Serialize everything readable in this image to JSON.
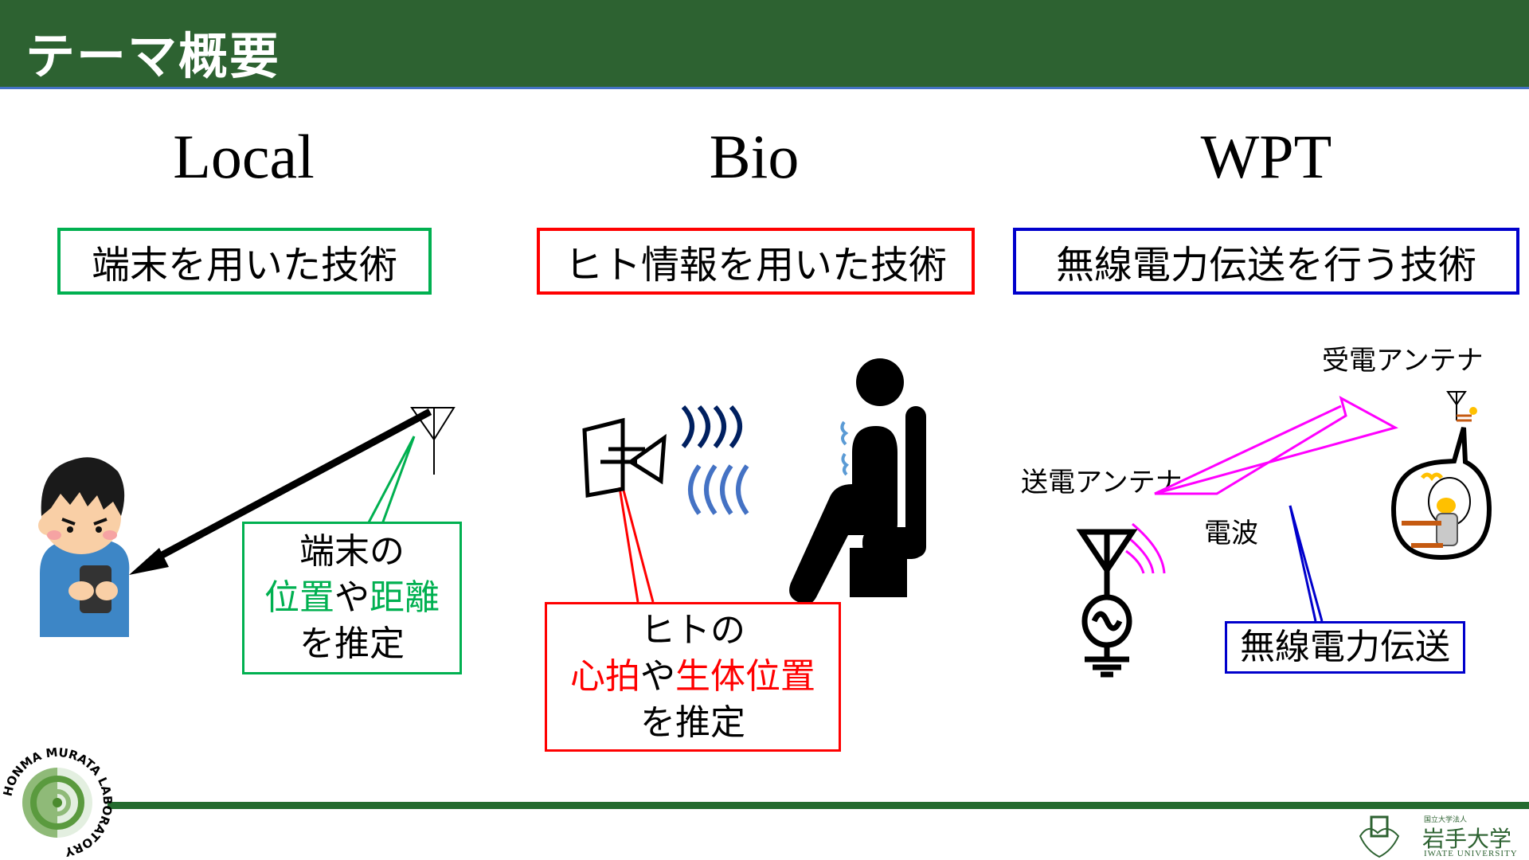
{
  "header": {
    "title": "テーマ概要",
    "bg_color": "#2d6231"
  },
  "columns": [
    {
      "title": "Local",
      "subtitle": "端末を用いた技術",
      "border_color": "#00b050",
      "callout": {
        "line1": "端末の",
        "line2_parts": [
          {
            "text": "位置",
            "color": "#00b050"
          },
          {
            "text": "や",
            "color": "#000000"
          },
          {
            "text": "距離",
            "color": "#00b050"
          }
        ],
        "line3": "を推定"
      }
    },
    {
      "title": "Bio",
      "subtitle": "ヒト情報を用いた技術",
      "border_color": "#ff0000",
      "callout": {
        "line1": "ヒトの",
        "line2_parts": [
          {
            "text": "心拍",
            "color": "#ff0000"
          },
          {
            "text": "や",
            "color": "#000000"
          },
          {
            "text": "生体位置",
            "color": "#ff0000"
          }
        ],
        "line3": "を推定"
      }
    },
    {
      "title": "WPT",
      "subtitle": "無線電力伝送を行う技術",
      "border_color": "#0000cc",
      "labels": {
        "tx_antenna": "送電アンテナ",
        "rx_antenna": "受電アンテナ",
        "wave": "電波"
      },
      "callout": {
        "text": "無線電力伝送"
      }
    }
  ],
  "icons": {
    "person_phone": "person-with-smartphone-illustration",
    "antenna": "antenna-icon",
    "radar": "radar-antenna-icon",
    "sitting_person": "sitting-person-icon",
    "ac_source": "ac-source-icon",
    "light_bulb": "light-bulb-icon"
  },
  "footer": {
    "lab_logo_text": "HONMA MURATA LABORATORY",
    "university_sub": "国立大学法人",
    "university_name": "岩手大学",
    "university_en": "IWATE UNIVERSITY",
    "line_color": "#246b2e"
  }
}
